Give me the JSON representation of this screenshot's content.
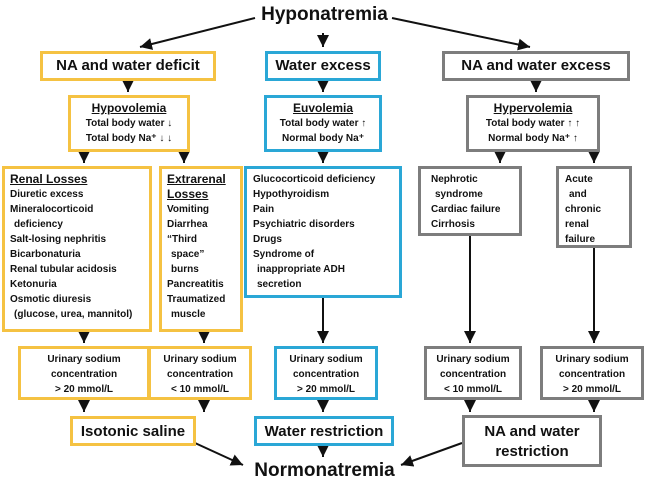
{
  "top": "Hyponatremia",
  "bottom": "Normonatremia",
  "columns": {
    "deficit": {
      "header": "NA and water deficit",
      "state_title": "Hypovolemia",
      "state_line1": "Total body water ↓",
      "state_line2": "Total body Na⁺ ↓ ↓",
      "renal": {
        "title": "Renal Losses",
        "items": [
          "Diuretic excess",
          "Mineralocorticoid",
          " deficiency",
          "Salt-losing nephritis",
          "Bicarbonaturia",
          "Renal tubular acidosis",
          "Ketonuria",
          "Osmotic diuresis",
          " (glucose, urea, mannitol)"
        ],
        "urine": [
          "Urinary sodium",
          "concentration",
          "> 20 mmol/L"
        ]
      },
      "extrarenal": {
        "title_line1": "Extrarenal",
        "title_line2": "Losses",
        "items": [
          "Vomiting",
          "Diarrhea",
          "“Third",
          " space”",
          " burns",
          "Pancreatitis",
          "Traumatized",
          " muscle"
        ],
        "urine": [
          "Urinary sodium",
          "concentration",
          "< 10 mmol/L"
        ]
      },
      "treatment": "Isotonic saline"
    },
    "excess": {
      "header": "Water excess",
      "state_title": "Euvolemia",
      "state_line1": "Total body water ↑",
      "state_line2": "Normal body Na⁺",
      "items": [
        "Glucocorticoid deficiency",
        "Hypothyroidism",
        "Pain",
        "Psychiatric disorders",
        "Drugs",
        "Syndrome of",
        " inappropriate ADH",
        " secretion"
      ],
      "urine": [
        "Urinary sodium",
        "concentration",
        "> 20 mmol/L"
      ],
      "treatment": "Water restriction"
    },
    "both": {
      "header": "NA and water excess",
      "state_title": "Hypervolemia",
      "state_line1": "Total body water ↑ ↑",
      "state_line2": "Normal body Na⁺ ↑",
      "nephrotic": [
        "Nephrotic",
        " syndrome",
        "Cardiac failure",
        "Cirrhosis"
      ],
      "renal_failure": [
        "Acute",
        "and",
        "chronic",
        "renal",
        "failure"
      ],
      "urine_left": [
        "Urinary sodium",
        "concentration",
        "< 10 mmol/L"
      ],
      "urine_right": [
        "Urinary sodium",
        "concentration",
        "> 20 mmol/L"
      ],
      "treatment_line1": "NA and water",
      "treatment_line2": "restriction"
    }
  },
  "colors": {
    "deficit": "#f5c242",
    "excess": "#2aa7d6",
    "both": "#7d7d7d"
  }
}
